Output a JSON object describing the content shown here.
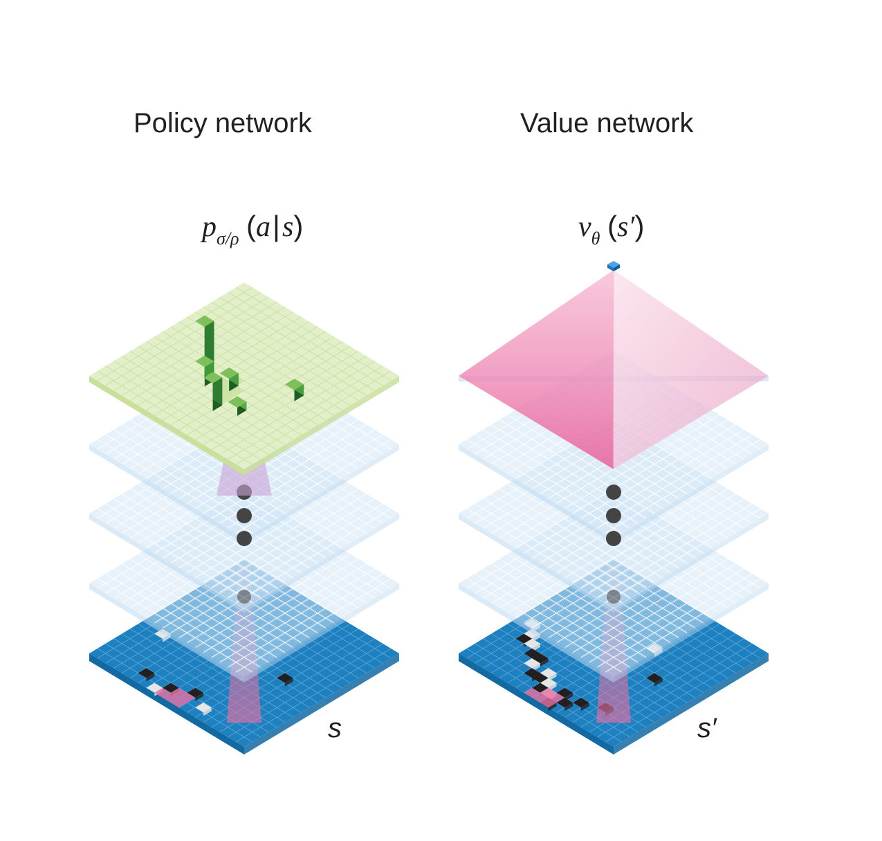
{
  "policy": {
    "title": "Policy network",
    "symbol": "p",
    "subscript": "σ/ρ",
    "argument_a": "a",
    "argument_s": "s",
    "state_label": "s"
  },
  "value": {
    "title": "Value network",
    "symbol": "v",
    "subscript": "θ",
    "argument": "s′",
    "state_label": "s′"
  },
  "colors": {
    "board": "#1f80c0",
    "hidden_layer": "#d2e6f5",
    "policy_output": "#e2efc8",
    "action_bar": "#2e7d32",
    "value_pyramid": "#ee8cb6",
    "value_output": "#1b75bc",
    "black_stone": "#231f20",
    "white_stone": "#e6e6e6",
    "receptive_field": "#e86fa0",
    "dot": "#444444"
  }
}
